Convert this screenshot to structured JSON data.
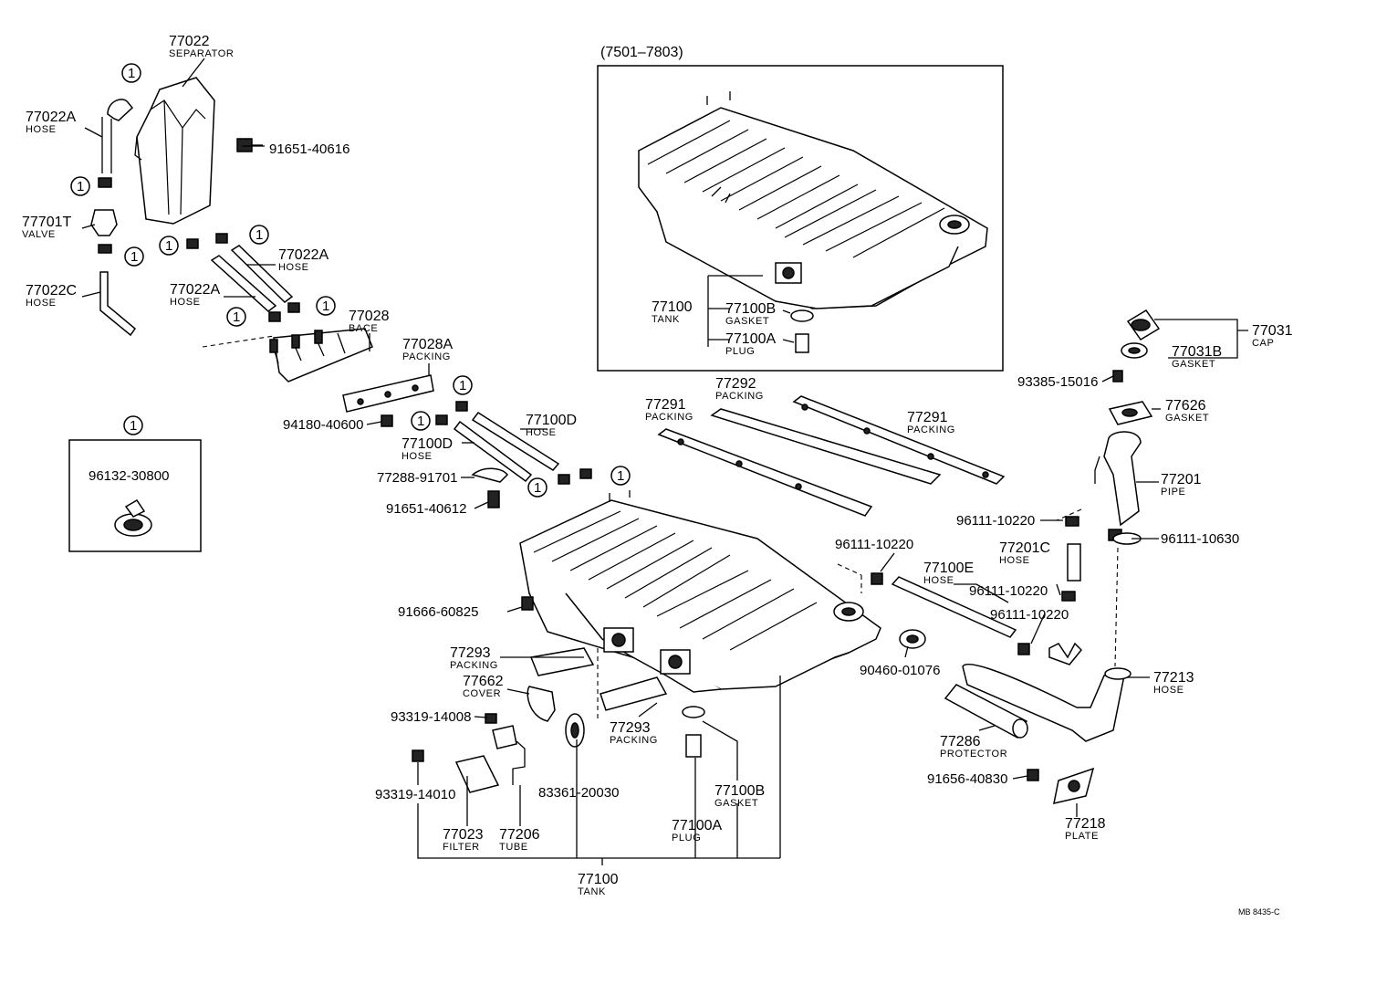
{
  "inset_range": "(7501–7803)",
  "drawing_code": "MB 8435-C",
  "circle_mark": "1",
  "clamp_box_part": "96132-30800",
  "labels": [
    {
      "id": "l77022",
      "num": "77022",
      "name": "SEPARATOR"
    },
    {
      "id": "l77022a_top",
      "num": "77022A",
      "name": "HOSE"
    },
    {
      "id": "l91651_40616",
      "num": "91651-40616",
      "name": ""
    },
    {
      "id": "l77701t",
      "num": "77701T",
      "name": "VALVE"
    },
    {
      "id": "l77022a_mid1",
      "num": "77022A",
      "name": "HOSE"
    },
    {
      "id": "l77022a_mid2",
      "num": "77022A",
      "name": "HOSE"
    },
    {
      "id": "l77022c",
      "num": "77022C",
      "name": "HOSE"
    },
    {
      "id": "l77028",
      "num": "77028",
      "name": "BACE"
    },
    {
      "id": "l77028a",
      "num": "77028A",
      "name": "PACKING"
    },
    {
      "id": "l94180",
      "num": "94180-40600",
      "name": ""
    },
    {
      "id": "l77100d_r",
      "num": "77100D",
      "name": "HOSE"
    },
    {
      "id": "l77100d_l",
      "num": "77100D",
      "name": "HOSE"
    },
    {
      "id": "l77288",
      "num": "77288-91701",
      "name": ""
    },
    {
      "id": "l91651_40612",
      "num": "91651-40612",
      "name": ""
    },
    {
      "id": "l77100_inset",
      "num": "77100",
      "name": "TANK"
    },
    {
      "id": "l77100b_inset",
      "num": "77100B",
      "name": "GASKET"
    },
    {
      "id": "l77100a_inset",
      "num": "77100A",
      "name": "PLUG"
    },
    {
      "id": "l77292",
      "num": "77292",
      "name": "PACKING"
    },
    {
      "id": "l77291_l",
      "num": "77291",
      "name": "PACKING"
    },
    {
      "id": "l77291_r",
      "num": "77291",
      "name": "PACKING"
    },
    {
      "id": "l77031",
      "num": "77031",
      "name": "CAP"
    },
    {
      "id": "l77031b",
      "num": "77031B",
      "name": "GASKET"
    },
    {
      "id": "l93385",
      "num": "93385-15016",
      "name": ""
    },
    {
      "id": "l77626",
      "num": "77626",
      "name": "GASKET"
    },
    {
      "id": "l77201",
      "num": "77201",
      "name": "PIPE"
    },
    {
      "id": "l96111_10220_a",
      "num": "96111-10220",
      "name": ""
    },
    {
      "id": "l96111_10630",
      "num": "96111-10630",
      "name": ""
    },
    {
      "id": "l96111_10220_b",
      "num": "96111-10220",
      "name": ""
    },
    {
      "id": "l77201c",
      "num": "77201C",
      "name": "HOSE"
    },
    {
      "id": "l77100e",
      "num": "77100E",
      "name": "HOSE"
    },
    {
      "id": "l96111_10220_c",
      "num": "96111-10220",
      "name": ""
    },
    {
      "id": "l96111_10220_d",
      "num": "96111-10220",
      "name": ""
    },
    {
      "id": "l91666",
      "num": "91666-60825",
      "name": ""
    },
    {
      "id": "l90460",
      "num": "90460-01076",
      "name": ""
    },
    {
      "id": "l77213",
      "num": "77213",
      "name": "HOSE"
    },
    {
      "id": "l77293_l",
      "num": "77293",
      "name": "PACKING"
    },
    {
      "id": "l77662",
      "num": "77662",
      "name": "COVER"
    },
    {
      "id": "l93319_14008",
      "num": "93319-14008",
      "name": ""
    },
    {
      "id": "l77293_r",
      "num": "77293",
      "name": "PACKING"
    },
    {
      "id": "l77286",
      "num": "77286",
      "name": "PROTECTOR"
    },
    {
      "id": "l91656",
      "num": "91656-40830",
      "name": ""
    },
    {
      "id": "l93319_14010",
      "num": "93319-14010",
      "name": ""
    },
    {
      "id": "l83361",
      "num": "83361-20030",
      "name": ""
    },
    {
      "id": "l77100b_main",
      "num": "77100B",
      "name": "GASKET"
    },
    {
      "id": "l77023",
      "num": "77023",
      "name": "FILTER"
    },
    {
      "id": "l77206",
      "num": "77206",
      "name": "TUBE"
    },
    {
      "id": "l77100a_main",
      "num": "77100A",
      "name": "PLUG"
    },
    {
      "id": "l77218",
      "num": "77218",
      "name": "PLATE"
    },
    {
      "id": "l77100_main",
      "num": "77100",
      "name": "TANK"
    }
  ]
}
